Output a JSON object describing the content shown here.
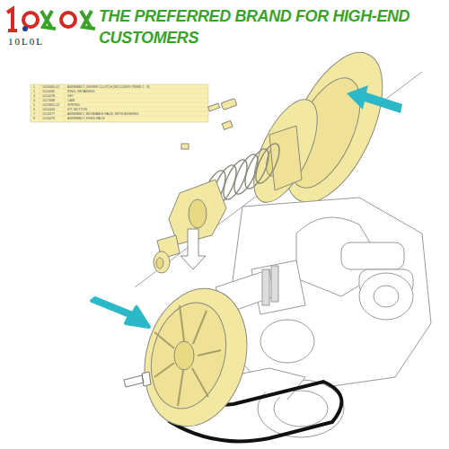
{
  "diagram": {
    "title": "THE PREFERRED BRAND FOR HIGH-END CUSTOMERS",
    "labels": [
      "10L0L",
      "1",
      "1016840-01",
      "ASSEMBLY, DRIVEN CLUTCH (INCLUDES ITEMS 2 - 8)",
      "2",
      "1014080",
      "RING, RETAINING",
      "3",
      "1014078",
      "KEY",
      "4",
      "1017688",
      "CAM",
      "5",
      "1015862-01",
      "SPRING",
      "6",
      "1014444",
      "KIT, BUTTON",
      "7",
      "1014077",
      "ASSEMBLY, MOVEABLE FACE, WITH BUSHING",
      "8",
      "1014076",
      "ASSEMBLY, FIXED FACE"
    ]
  }
}
